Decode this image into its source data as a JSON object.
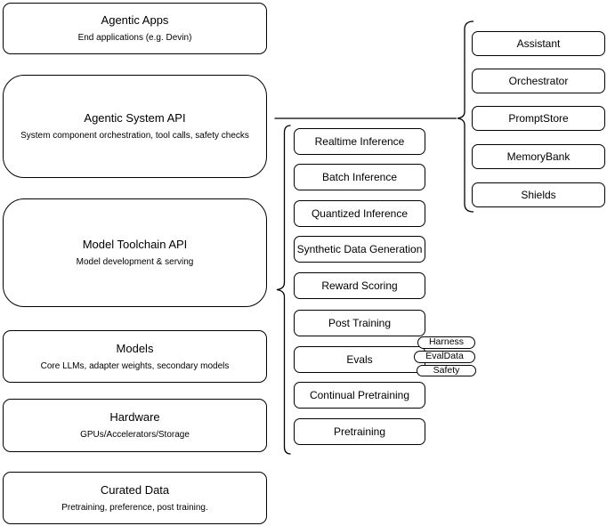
{
  "diagram": {
    "left_stack": [
      {
        "title": "Agentic Apps",
        "subtitle": "End applications (e.g. Devin)"
      },
      {
        "title": "Agentic System API",
        "subtitle": "System component orchestration, tool calls, safety checks"
      },
      {
        "title": "Model Toolchain API",
        "subtitle": "Model development & serving"
      },
      {
        "title": "Models",
        "subtitle": "Core LLMs, adapter weights, secondary models"
      },
      {
        "title": "Hardware",
        "subtitle": "GPUs/Accelerators/Storage"
      },
      {
        "title": "Curated Data",
        "subtitle": "Pretraining, preference, post training."
      }
    ],
    "toolchain_components": [
      "Realtime Inference",
      "Batch Inference",
      "Quantized Inference",
      "Synthetic Data Generation",
      "Reward Scoring",
      "Post Training",
      "Evals",
      "Continual Pretraining",
      "Pretraining"
    ],
    "eval_badges": [
      "Harness",
      "EvalData",
      "Safety"
    ],
    "system_components": [
      "Assistant",
      "Orchestrator",
      "PromptStore",
      "MemoryBank",
      "Shields"
    ],
    "colors": {
      "stroke": "#000000",
      "fill": "#ffffff",
      "background": "#ffffff"
    }
  }
}
